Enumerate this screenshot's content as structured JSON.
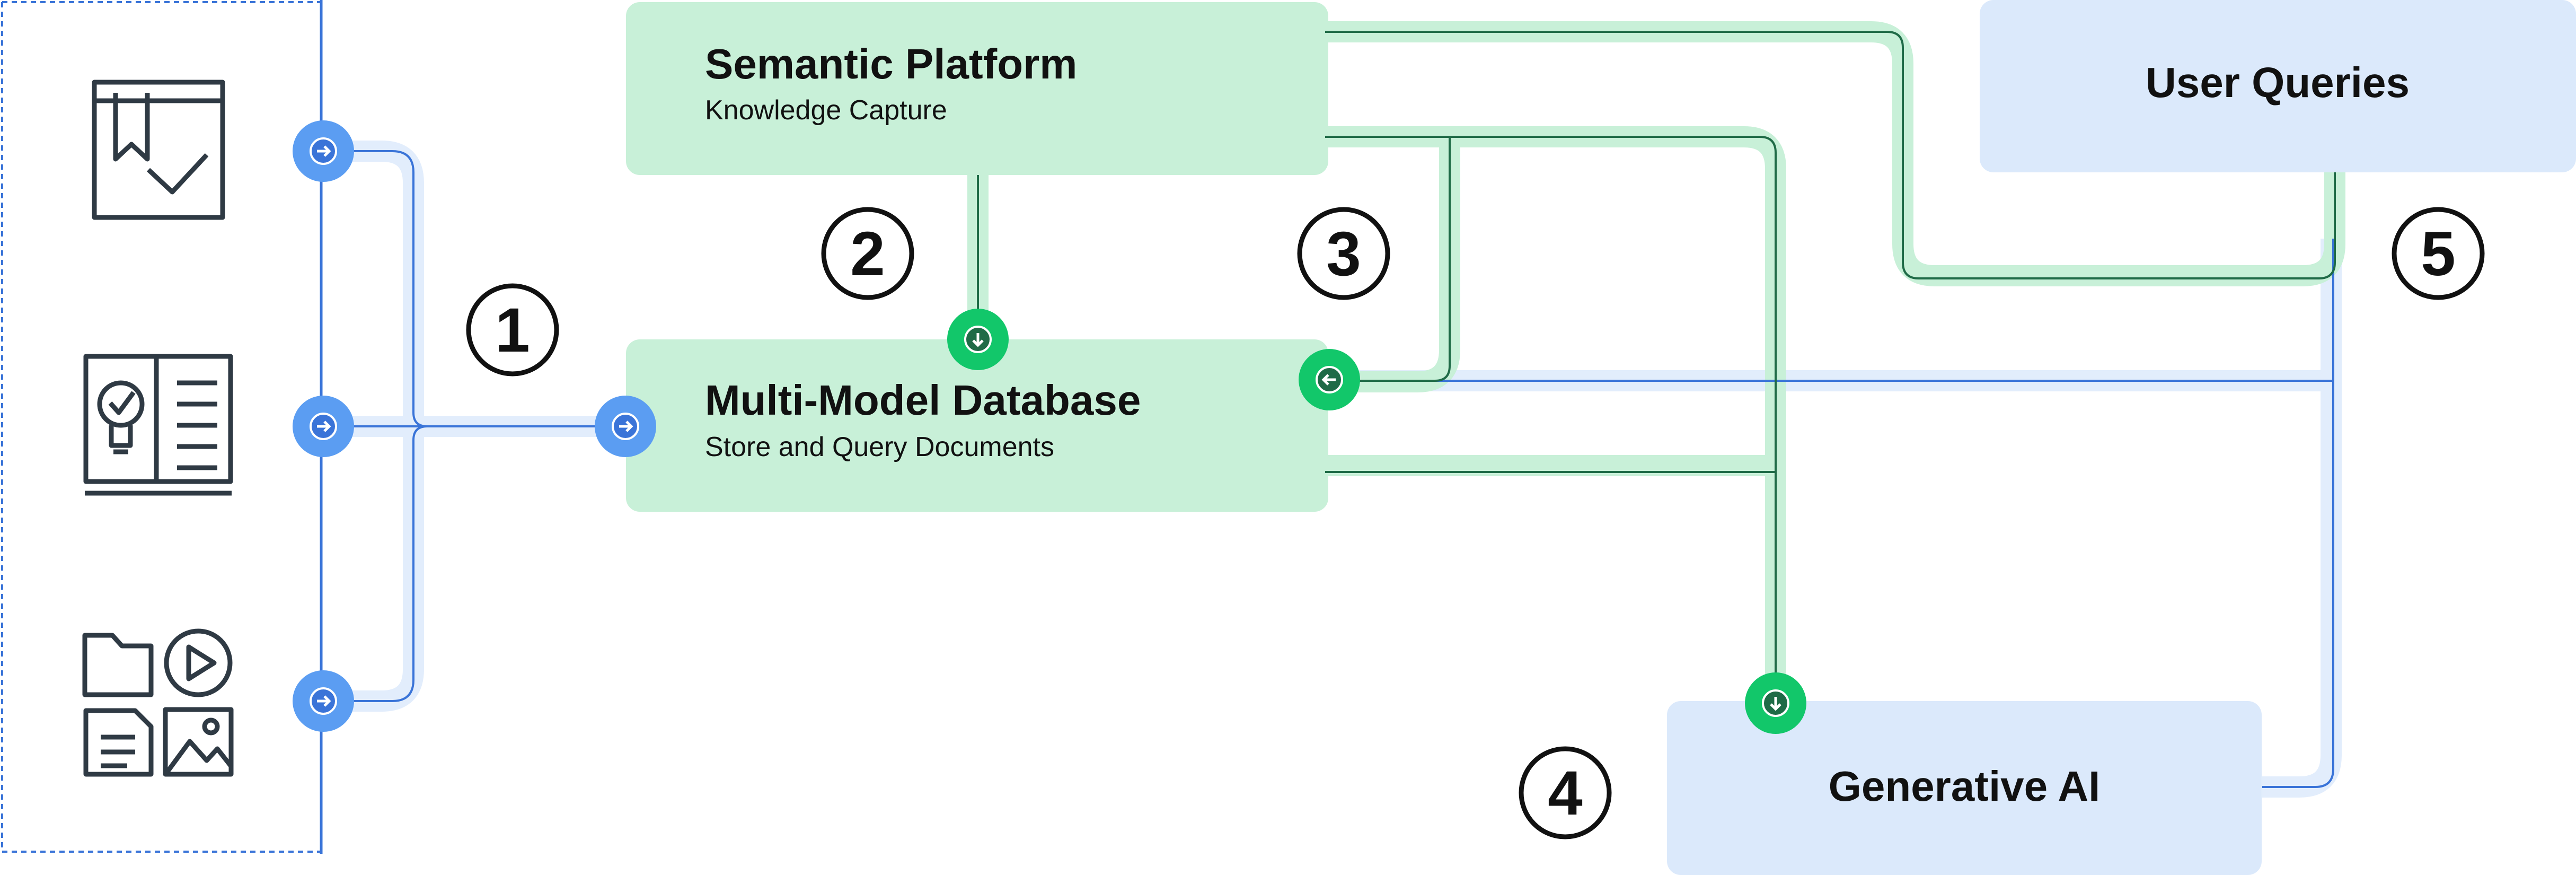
{
  "nodes": {
    "semantic_platform": {
      "title": "Semantic Platform",
      "subtitle": "Knowledge Capture"
    },
    "multi_model_database": {
      "title": "Multi-Model Database",
      "subtitle": "Store and Query Documents"
    },
    "user_queries": {
      "title": "User Queries"
    },
    "generative_ai": {
      "title": "Generative AI"
    }
  },
  "steps": [
    "1",
    "2",
    "3",
    "4",
    "5"
  ],
  "sources": [
    "bookmark-checklist-icon",
    "idea-book-icon",
    "media-files-icon"
  ],
  "colors": {
    "green_box": "#c8f0d8",
    "green_pipe": "#c8f0d8",
    "green_line": "#1f6b47",
    "green_dot": "#12c76a",
    "blue_box": "#dbe9fb",
    "blue_pipe": "#e2edfc",
    "blue_line": "#3a74d8",
    "blue_dot": "#5b9df2",
    "icon_stroke": "#2f3a44"
  }
}
